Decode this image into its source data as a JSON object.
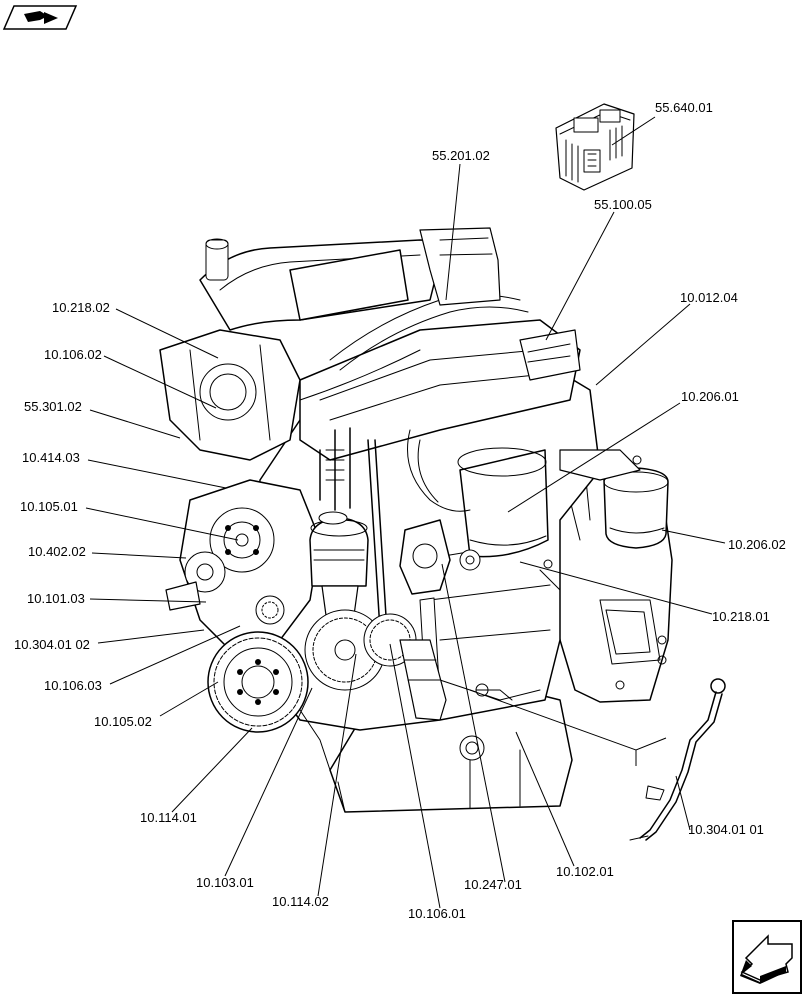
{
  "callouts": {
    "c_55_640_01": "55.640.01",
    "c_55_201_02": "55.201.02",
    "c_55_100_05": "55.100.05",
    "c_10_218_02": "10.218.02",
    "c_10_012_04": "10.012.04",
    "c_10_106_02": "10.106.02",
    "c_55_301_02": "55.301.02",
    "c_10_206_01": "10.206.01",
    "c_10_414_03": "10.414.03",
    "c_10_105_01": "10.105.01",
    "c_10_206_02": "10.206.02",
    "c_10_402_02": "10.402.02",
    "c_10_101_03": "10.101.03",
    "c_10_218_01": "10.218.01",
    "c_10_304_01_02": "10.304.01 02",
    "c_10_106_03": "10.106.03",
    "c_10_105_02": "10.105.02",
    "c_10_114_01": "10.114.01",
    "c_10_304_01_01": "10.304.01 01",
    "c_10_102_01": "10.102.01",
    "c_10_103_01": "10.103.01",
    "c_10_247_01": "10.247.01",
    "c_10_114_02": "10.114.02",
    "c_10_106_01": "10.106.01"
  },
  "icons": {
    "top_left": "engine-view-icon",
    "bottom_right": "next-page-arrow-icon"
  }
}
